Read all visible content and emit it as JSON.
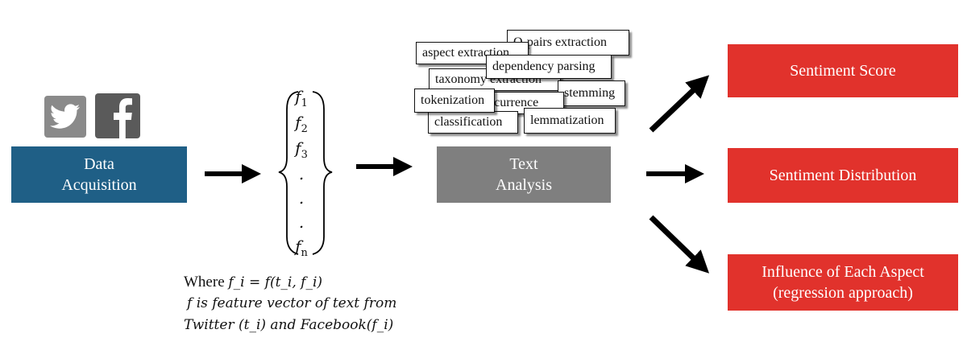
{
  "source_boxes": {
    "data_acquisition": [
      "Data",
      "Acquisition"
    ],
    "text_analysis": [
      "Text",
      "Analysis"
    ]
  },
  "icons": {
    "twitter": "twitter-icon",
    "facebook": "facebook-icon"
  },
  "feature_vector": {
    "items": [
      "f",
      "f",
      "f",
      ".",
      ".",
      ".",
      "f"
    ],
    "subs": [
      "1",
      "2",
      "3",
      "",
      "",
      "",
      "n"
    ]
  },
  "formula": {
    "line1_prefix": "Where ",
    "line1_math": "f_i = f(t_i, f_i)",
    "line2": "f is feature vector of text from",
    "line3": "Twitter (t_i) and Facebook(f_i)"
  },
  "nlp_tags": [
    "O-pairs extraction",
    "aspect extraction",
    "dependency parsing",
    "taxonomy extraction",
    "stemming",
    "tokenization",
    "occurrence",
    "classification",
    "lemmatization"
  ],
  "outputs": {
    "sentiment_score": "Sentiment Score",
    "sentiment_distribution": "Sentiment Distribution",
    "influence": [
      "Influence of Each Aspect",
      "(regression approach)"
    ]
  },
  "colors": {
    "data_acquisition": "#1f5f86",
    "text_analysis": "#7f7f7f",
    "outputs": "#e1322c",
    "icons": "#8a8a8a"
  }
}
